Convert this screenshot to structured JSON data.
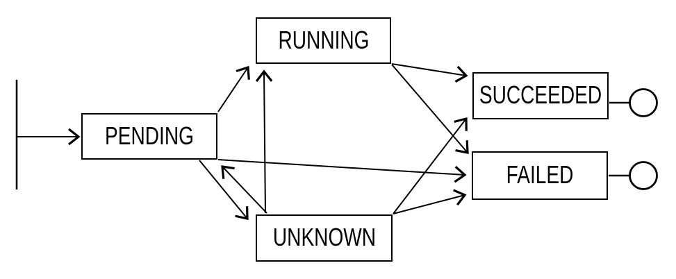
{
  "diagram": {
    "type": "state-machine",
    "states": [
      {
        "id": "pending",
        "label": "PENDING",
        "terminal": false
      },
      {
        "id": "running",
        "label": "RUNNING",
        "terminal": false
      },
      {
        "id": "unknown",
        "label": "UNKNOWN",
        "terminal": false
      },
      {
        "id": "succeeded",
        "label": "SUCCEEDED",
        "terminal": true
      },
      {
        "id": "failed",
        "label": "FAILED",
        "terminal": true
      }
    ],
    "initial_state": "pending",
    "transitions": [
      {
        "from": "start",
        "to": "pending"
      },
      {
        "from": "pending",
        "to": "running"
      },
      {
        "from": "pending",
        "to": "unknown"
      },
      {
        "from": "pending",
        "to": "failed"
      },
      {
        "from": "unknown",
        "to": "pending"
      },
      {
        "from": "unknown",
        "to": "running"
      },
      {
        "from": "unknown",
        "to": "succeeded"
      },
      {
        "from": "unknown",
        "to": "failed"
      },
      {
        "from": "running",
        "to": "succeeded"
      },
      {
        "from": "running",
        "to": "failed"
      }
    ],
    "colors": {
      "stroke": "#000000",
      "background": "#ffffff",
      "node_fill": "#ffffff"
    }
  }
}
